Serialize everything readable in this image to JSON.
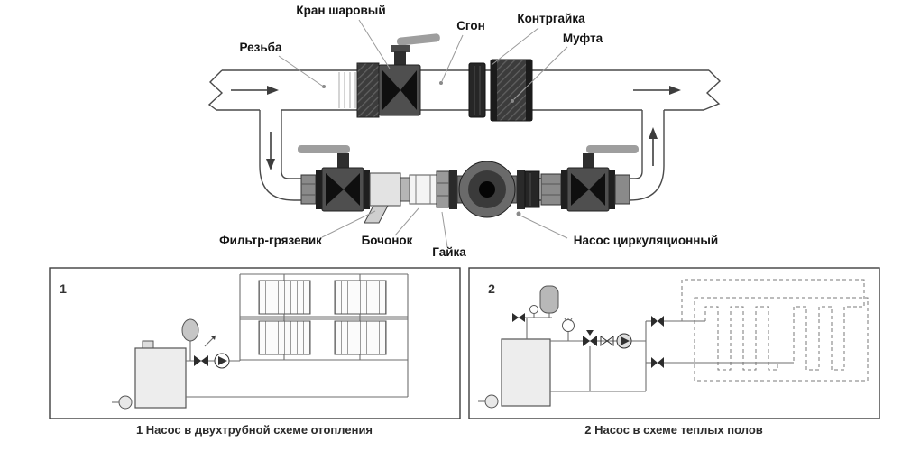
{
  "diagram": {
    "component_labels": {
      "ball_valve": "Кран шаровый",
      "sgon": "Сгон",
      "locknut": "Контргайка",
      "coupling": "Муфта",
      "thread": "Резьба",
      "filter": "Фильтр-грязевик",
      "barrel": "Бочонок",
      "nut": "Гайка",
      "pump": "Насос циркуляционный"
    }
  },
  "schemes": [
    {
      "number": "1",
      "caption": "1 Насос в двухтрубной схеме отопления"
    },
    {
      "number": "2",
      "caption": "2 Насос в схеме теплых полов"
    }
  ],
  "colors": {
    "outline_gray": "#4a4a4a",
    "fitting_dark": "#2f2f2f",
    "valve_body": "#4f4f4f",
    "handle_gray": "#9e9e9e",
    "background": "#ffffff"
  }
}
